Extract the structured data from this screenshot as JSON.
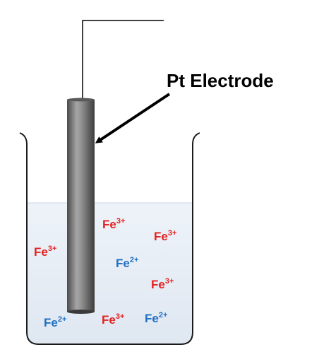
{
  "electrode_label": "Pt Electrode",
  "ion_color_fe3": "#e32222",
  "ion_color_fe2": "#1f6fc2",
  "ions": [
    {
      "base": "Fe",
      "charge": "3+",
      "kind": "fe3"
    },
    {
      "base": "Fe",
      "charge": "3+",
      "kind": "fe3"
    },
    {
      "base": "Fe",
      "charge": "3+",
      "kind": "fe3"
    },
    {
      "base": "Fe",
      "charge": "2+",
      "kind": "fe2"
    },
    {
      "base": "Fe",
      "charge": "3+",
      "kind": "fe3"
    },
    {
      "base": "Fe",
      "charge": "2+",
      "kind": "fe2"
    },
    {
      "base": "Fe",
      "charge": "3+",
      "kind": "fe3"
    },
    {
      "base": "Fe",
      "charge": "2+",
      "kind": "fe2"
    }
  ]
}
